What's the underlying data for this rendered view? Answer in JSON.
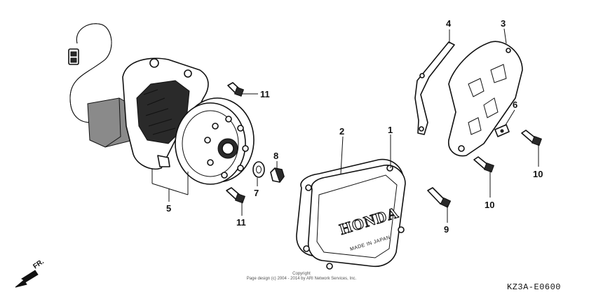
{
  "diagram": {
    "copyright_line1": "Copyright",
    "copyright_line2": "Page design (c) 2004 - 2014 by ARI Network Services, Inc.",
    "diagram_code": "KZ3A-E0600",
    "direction_label": "FR.",
    "cover_brand": "HONDA",
    "cover_subtext": "MADE IN JAPAN",
    "callouts": {
      "c1": "1",
      "c2": "2",
      "c3": "3",
      "c4": "4",
      "c5": "5",
      "c6": "6",
      "c7": "7",
      "c8": "8",
      "c9": "9",
      "c10a": "10",
      "c10b": "10",
      "c11a": "11",
      "c11b": "11"
    }
  }
}
